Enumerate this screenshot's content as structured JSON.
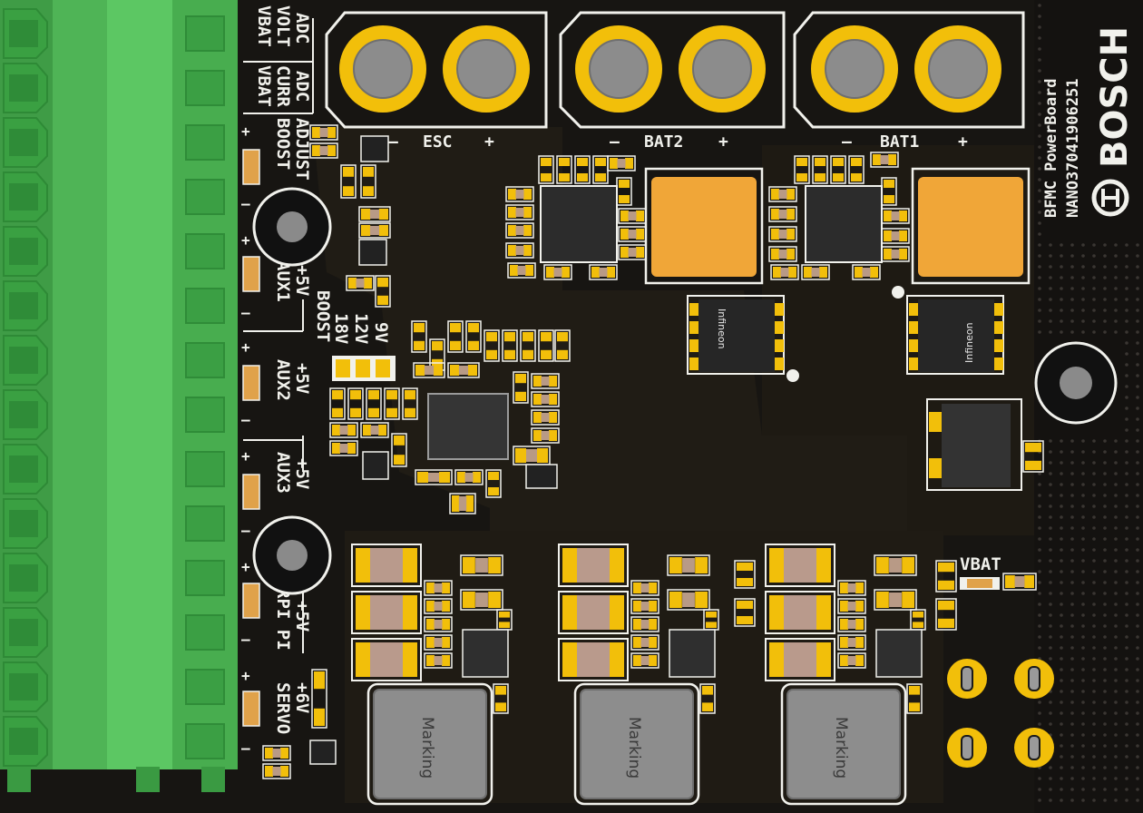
{
  "terminal_labels": {
    "vbat_volt_adc": [
      "VBAT",
      "VOLT",
      "ADC"
    ],
    "vbat_curr_adc": [
      "VBAT",
      "CURR",
      "ADC"
    ],
    "boost_adjust": [
      "BOOST",
      "ADJUST"
    ],
    "aux1": [
      "AUX1",
      "+5V"
    ],
    "aux2": [
      "AUX2",
      "+5V"
    ],
    "aux3": [
      "AUX3",
      "+5V"
    ],
    "rpi": [
      "RPI PI",
      "+5V"
    ],
    "servo": [
      "SERVO",
      "+6V"
    ],
    "plus": "+",
    "minus": "–"
  },
  "boost_select": {
    "title": "BOOST",
    "options": [
      "18V",
      "12V",
      "9V"
    ]
  },
  "power_terminals": {
    "esc": "ESC",
    "bat2": "BAT2",
    "bat1": "BAT1",
    "minus": "–",
    "plus": "+"
  },
  "board_id": {
    "brand": "BOSCH",
    "name": "BFMC PowerBoard",
    "serial": "NANO37041906251"
  },
  "ics": {
    "left_marking": "Infineon",
    "right_marking": "Infineon",
    "inductor_marking": "Marking"
  },
  "vbat_label": "VBAT",
  "colors": {
    "pcb": "#171512",
    "copper": "#241f16",
    "terminal_green": "#58c45f",
    "gold": "#f2bf0a",
    "silk": "#f1f1ec"
  }
}
